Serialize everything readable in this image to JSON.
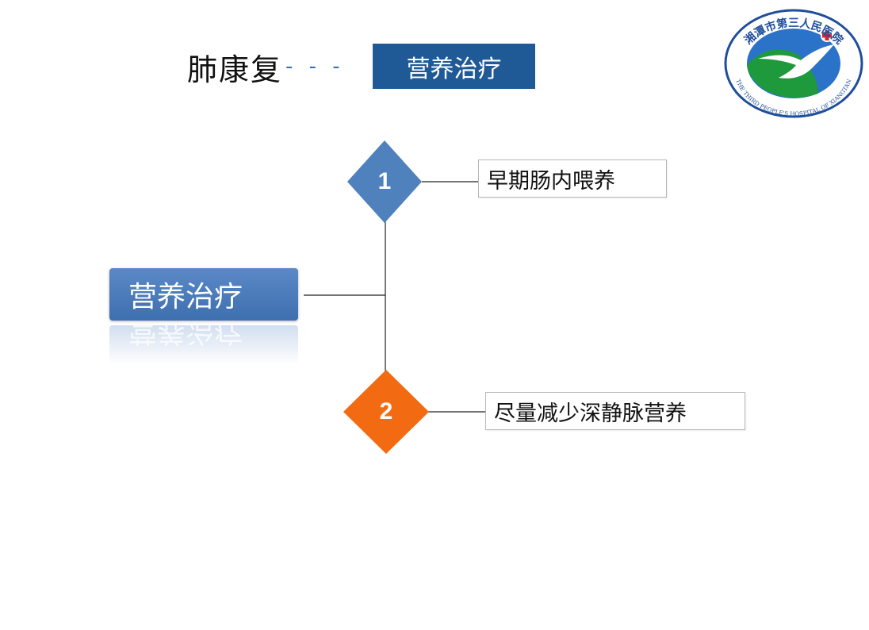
{
  "header": {
    "title": "肺康复",
    "dashes": "- - -",
    "badge": "营养治疗"
  },
  "logo": {
    "ring_text_cn": "湘潭市第三人民医院",
    "ring_text_en": "THE THIRD PEOPLE'S HOSPITAL OF XIANGTAN",
    "colors": {
      "ring": "#1f4e9a",
      "green": "#1e9a3c",
      "blue": "#2a73c8",
      "cross": "#d9232e"
    }
  },
  "diagram": {
    "root": "营养治疗",
    "items": [
      {
        "number": "1",
        "label": "早期肠内喂养",
        "color": "#4f81bd"
      },
      {
        "number": "2",
        "label": "尽量减少深静脉营养",
        "color": "#f26b12"
      }
    ]
  }
}
